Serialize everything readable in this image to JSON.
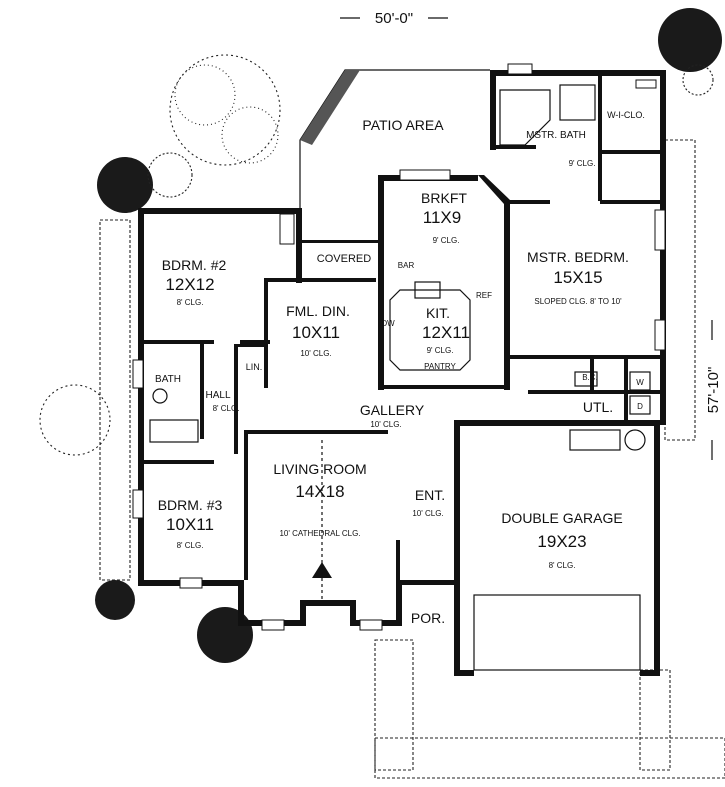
{
  "plan": {
    "overall_width": "50'-0\"",
    "overall_depth": "57'-10\"",
    "areas": {
      "patio": "PATIO AREA",
      "covered": "COVERED",
      "gallery": "GALLERY",
      "gallery_ceiling": "10' CLG.",
      "entry": "ENT.",
      "entry_ceiling": "10' CLG.",
      "porch": "POR.",
      "hall": "HALL",
      "hall_ceiling": "8' CLG."
    },
    "rooms": {
      "bedroom2": {
        "name": "BDRM. #2",
        "size": "12X12",
        "ceiling": "8' CLG."
      },
      "bath": {
        "name": "BATH"
      },
      "linen": {
        "name": "LIN."
      },
      "bedroom3": {
        "name": "BDRM. #3",
        "size": "10X11",
        "ceiling": "8' CLG."
      },
      "family_dining": {
        "name": "FML. DIN.",
        "size": "10X11",
        "ceiling": "10' CLG."
      },
      "living": {
        "name": "LIVING ROOM",
        "size": "14X18",
        "ceiling": "10' CATHEDRAL CLG."
      },
      "breakfast": {
        "name": "BRKFT",
        "size": "11X9",
        "ceiling": "9' CLG."
      },
      "kitchen": {
        "name": "KIT.",
        "size": "12X11",
        "ceiling": "9' CLG."
      },
      "master_bath": {
        "name": "MSTR. BATH",
        "ceiling": "9' CLG."
      },
      "walkin_closet": {
        "name": "W-I-CLO."
      },
      "master_bedroom": {
        "name": "MSTR. BEDRM.",
        "size": "15X15",
        "ceiling": "SLOPED CLG. 8' TO 10'"
      },
      "utility": {
        "name": "UTL."
      },
      "garage": {
        "name": "DOUBLE GARAGE",
        "size": "19X23",
        "ceiling": "8' CLG."
      }
    },
    "fixtures": {
      "bar": "BAR",
      "refrigerator": "REF",
      "dishwasher": "DW",
      "pantry": "PANTRY",
      "broom_closet": "B.C.",
      "washer": "W",
      "dryer": "D"
    }
  }
}
